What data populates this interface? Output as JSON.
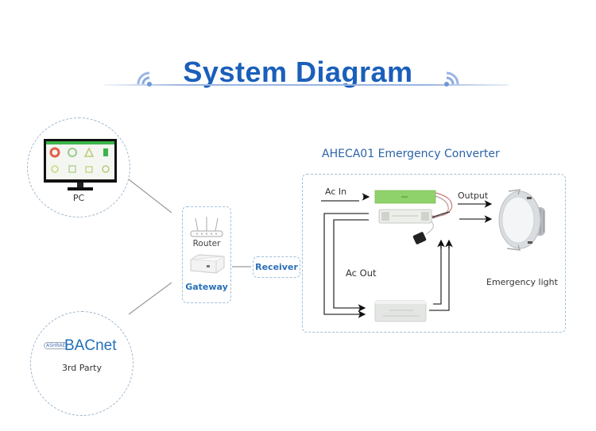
{
  "header": {
    "title": "System Diagram",
    "left_icon": "wifi-signal-icon",
    "right_icon": "wifi-signal-icon"
  },
  "nodes": {
    "pc": {
      "label": "PC",
      "icon": "monitor-icon"
    },
    "third_party": {
      "label": "3rd Party",
      "logo_text": "BACnet",
      "logo_small_text": "ASHRAE"
    },
    "router": {
      "label": "Router",
      "icon": "router-icon"
    },
    "gateway": {
      "label": "Gateway",
      "icon": "gateway-box-icon"
    },
    "receiver": {
      "label": "Receiver"
    }
  },
  "converter": {
    "title": "AHECA01 Emergency Converter",
    "ac_in": "Ac In",
    "ac_out": "Ac Out",
    "output": "Output",
    "light_label": "Emergency light"
  },
  "colors": {
    "title_blue": "#1a5fba",
    "label_blue": "#2a6fb8",
    "dashed_border": "#9fc0da",
    "battery_green": "#8fd16a"
  }
}
